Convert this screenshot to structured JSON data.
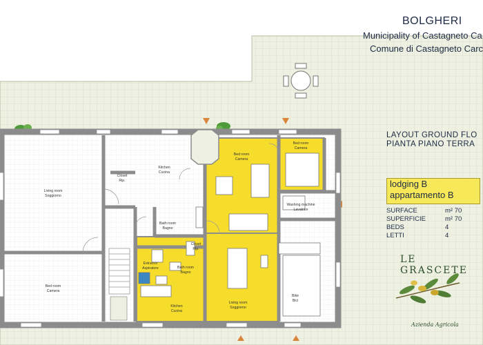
{
  "header": {
    "title": "BOLGHERI",
    "subtitle_en": "Municipality of Castagneto Ca",
    "subtitle_it": "Comune di Castagneto Carc"
  },
  "layout": {
    "line1": "LAYOUT GROUND FLO",
    "line2": "PIANTA PIANO TERRA"
  },
  "lodging": {
    "line1": "lodging  B",
    "line2": "appartamento B"
  },
  "specs": [
    {
      "label": "SURFACE",
      "value": "m² 70"
    },
    {
      "label": "SUPERFICIE",
      "value": "m² 70"
    },
    {
      "label": "BEDS",
      "value": "4"
    },
    {
      "label": "LETTI",
      "value": "4"
    }
  ],
  "brand": {
    "name": "LE GRASCETE",
    "tagline": "Azienda Agricola"
  },
  "rooms": {
    "living_left": [
      "Living room",
      "Soggiorno"
    ],
    "kitchen_top": [
      "Kitchen",
      "Cucina"
    ],
    "closet_top": [
      "Closet",
      "Rip."
    ],
    "bath_left": [
      "Bath room",
      "Bagno"
    ],
    "bedroom_left": [
      "Bed room",
      "Camera"
    ],
    "bedroom_yellow": [
      "Bed room",
      "Camera"
    ],
    "bedroom_right": [
      "Bed room",
      "Camera"
    ],
    "washing": [
      "Washing machine",
      "Lavatrice"
    ],
    "closet_small": [
      "Closet",
      "Rip."
    ],
    "bath_yellow": [
      "Bath room",
      "Bagno"
    ],
    "kitchen_yellow": [
      "Kitchen",
      "Cucina"
    ],
    "living_yellow": [
      "Living room",
      "Soggiorno"
    ],
    "bike": [
      "Bike",
      "Bici"
    ],
    "extractor": [
      "Extractor",
      "Aspiratore"
    ]
  },
  "colors": {
    "terrace": "#eceee0",
    "yellow": "#f6dc2b",
    "wall": "#8c8c8c",
    "hedge": "#4f9a3a"
  }
}
